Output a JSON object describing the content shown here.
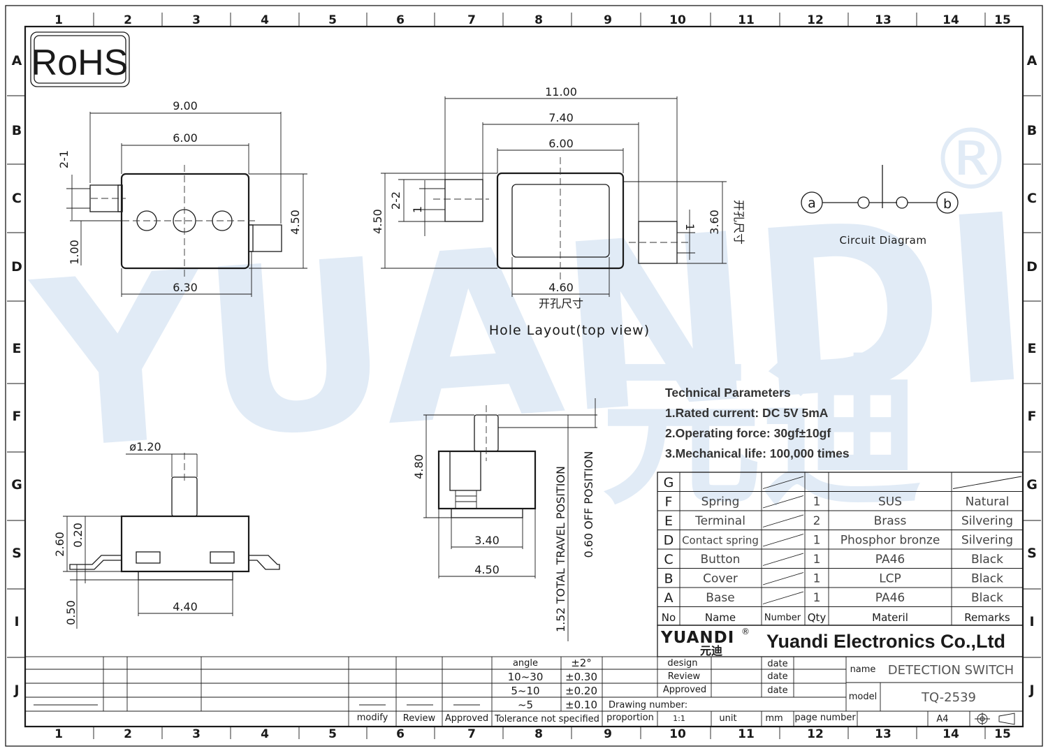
{
  "border": {
    "cols": [
      "1",
      "2",
      "3",
      "4",
      "5",
      "6",
      "7",
      "8",
      "9",
      "10",
      "11",
      "12",
      "13",
      "14",
      "15"
    ],
    "rows": [
      "A",
      "B",
      "C",
      "D",
      "E",
      "F",
      "G",
      "S",
      "I",
      "J"
    ]
  },
  "rohs": "RoHS",
  "watermark": {
    "text": "YUANDI",
    "cn": "元迪",
    "reg": "®",
    "color": "#c9dcef"
  },
  "front_view": {
    "dims": {
      "w_top": "9.00",
      "w_mid": "6.00",
      "w_bot": "6.30",
      "h_right": "4.50",
      "lead": "2-1",
      "pin": "1.00"
    }
  },
  "hole_layout": {
    "dims": {
      "w_total": "11.00",
      "w_mid": "7.40",
      "w_in": "6.00",
      "w_bot": "4.60",
      "h_left": "4.50",
      "h_pad": "2-2",
      "h_pad1": "1",
      "h_right": "3.60",
      "h_right1": "1"
    },
    "cn_label": "开孔尺寸",
    "caption": "Hole Layout(top view)"
  },
  "circuit": {
    "node_a": "a",
    "node_b": "b",
    "caption": "Circuit Diagram"
  },
  "side_view": {
    "dims": {
      "dia": "ø1.20",
      "h_total": "2.60",
      "h_top": "0.20",
      "h_bot": "0.50",
      "w_base": "4.40"
    }
  },
  "end_view": {
    "dims": {
      "h": "4.80",
      "w_in": "3.40",
      "w_out": "4.50",
      "travel": "1.52 TOTAL TRAVEL POSITION",
      "off": "0.60 OFF POSITION"
    }
  },
  "tech_params": {
    "title": "Technical Parameters",
    "items": [
      "1.Rated current: DC 5V 5mA",
      "2.Operating force: 30gf±10gf",
      "3.Mechanical life: 100,000 times"
    ]
  },
  "bom": {
    "rows": [
      {
        "no": "G",
        "name": "",
        "number": "",
        "qty": "",
        "material": "",
        "remarks": ""
      },
      {
        "no": "F",
        "name": "Spring",
        "number": "",
        "qty": "1",
        "material": "SUS",
        "remarks": "Natural"
      },
      {
        "no": "E",
        "name": "Terminal",
        "number": "",
        "qty": "2",
        "material": "Brass",
        "remarks": "Silvering"
      },
      {
        "no": "D",
        "name": "Contact spring",
        "number": "",
        "qty": "1",
        "material": "Phosphor bronze",
        "remarks": "Silvering"
      },
      {
        "no": "C",
        "name": "Button",
        "number": "",
        "qty": "1",
        "material": "PA46",
        "remarks": "Black"
      },
      {
        "no": "B",
        "name": "Cover",
        "number": "",
        "qty": "1",
        "material": "LCP",
        "remarks": "Black"
      },
      {
        "no": "A",
        "name": "Base",
        "number": "",
        "qty": "1",
        "material": "PA46",
        "remarks": "Black"
      }
    ],
    "header": {
      "no": "No",
      "name": "Name",
      "number": "Number",
      "qty": "Qty",
      "material": "Materil",
      "remarks": "Remarks"
    }
  },
  "company": {
    "logo": "YUANDI",
    "logo_cn": "元迪",
    "reg": "®",
    "name": "Yuandi Electronics Co.,Ltd"
  },
  "title_block": {
    "design": "design",
    "review": "Review",
    "approved": "Approved",
    "date": "date",
    "name_label": "name",
    "name_value": "DETECTION SWITCH",
    "model_label": "model",
    "model_value": "TQ-2539",
    "drawing_number": "Drawing number:",
    "proportion": "proportion",
    "scale": "1:1",
    "unit": "unit",
    "unit_value": "mm",
    "page_number": "page number",
    "size": "A4"
  },
  "tolerance": {
    "rows": [
      {
        "range": "angle",
        "tol": "±2°"
      },
      {
        "range": "10~30",
        "tol": "±0.30"
      },
      {
        "range": "5~10",
        "tol": "±0.20"
      },
      {
        "range": "~5",
        "tol": "±0.10"
      }
    ],
    "footer": "Tolerance not specified"
  },
  "revision": {
    "modify": "modify",
    "review": "Review",
    "approved": "Approved"
  }
}
